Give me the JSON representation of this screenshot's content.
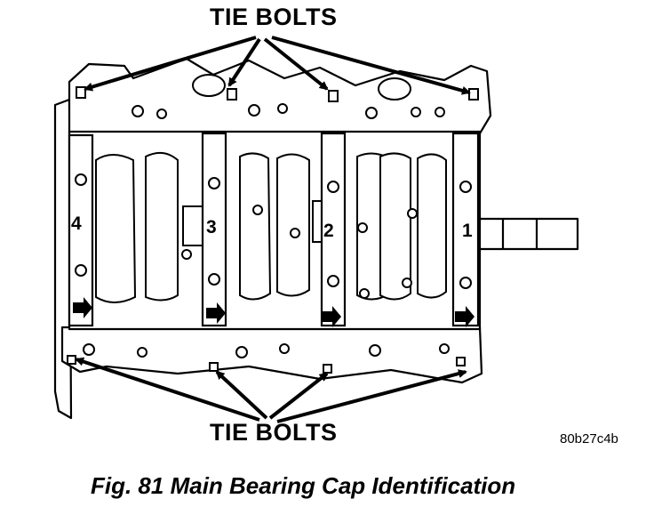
{
  "labels": {
    "tie_bolts_top": "TIE BOLTS",
    "tie_bolts_bottom": "TIE BOLTS",
    "drawing_code": "80b27c4b",
    "caption": "Fig. 81 Main Bearing Cap Identification"
  },
  "cap_numbers": [
    "4",
    "3",
    "2",
    "1"
  ]
}
